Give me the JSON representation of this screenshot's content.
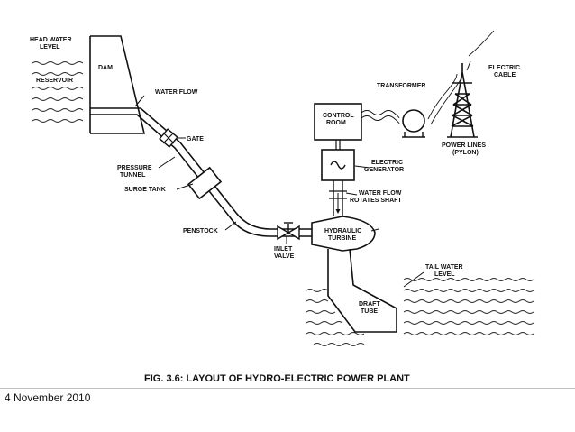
{
  "labels": {
    "head_water_level_1": "HEAD WATER",
    "head_water_level_2": "LEVEL",
    "reservoir": "RESERVOIR",
    "dam": "DAM",
    "water_flow": "WATER FLOW",
    "gate": "GATE",
    "pressure_tunnel_1": "PRESSURE",
    "pressure_tunnel_2": "TUNNEL",
    "surge_tank": "SURGE TANK",
    "penstock": "PENSTOCK",
    "inlet_valve_1": "INLET",
    "inlet_valve_2": "VALVE",
    "control_room_1": "CONTROL",
    "control_room_2": "ROOM",
    "transformer": "TRANSFORMER",
    "electric_cable_1": "ELECTRIC",
    "electric_cable_2": "CABLE",
    "power_lines_1": "POWER LINES",
    "power_lines_2": "(PYLON)",
    "electric_generator_1": "ELECTRIC",
    "electric_generator_2": "GENERATOR",
    "water_flow_shaft_1": "WATER FLOW",
    "water_flow_shaft_2": "ROTATES SHAFT",
    "hydraulic_turbine_1": "HYDRAULIC",
    "hydraulic_turbine_2": "TURBINE",
    "tail_water_level_1": "TAIL WATER",
    "tail_water_level_2": "LEVEL",
    "draft_tube_1": "DRAFT",
    "draft_tube_2": "TUBE"
  },
  "caption": "FIG. 3.6: LAYOUT OF HYDRO-ELECTRIC POWER PLANT",
  "footer": {
    "date": "4 November 2010"
  }
}
